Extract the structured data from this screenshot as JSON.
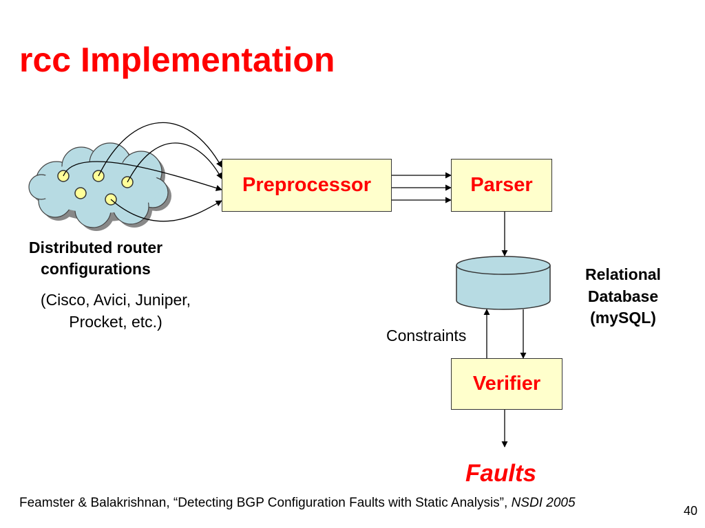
{
  "slide": {
    "title": "rcc Implementation",
    "page_number": "40"
  },
  "diagram": {
    "nodes": {
      "preprocessor": "Preprocessor",
      "parser": "Parser",
      "verifier": "Verifier"
    },
    "source": {
      "title_line1": "Distributed router",
      "title_line2": "configurations",
      "sub_line1": "(Cisco, Avici, Juniper,",
      "sub_line2": "Procket, etc.)"
    },
    "database": {
      "line1": "Relational",
      "line2": "Database",
      "line3": "(mySQL)"
    },
    "constraints_label": "Constraints",
    "output_label": "Faults"
  },
  "citation": {
    "text": "Feamster & Balakrishnan, “Detecting BGP Configuration Faults with Static Analysis”, ",
    "venue": "NSDI 2005"
  },
  "colors": {
    "title": "#ff0000",
    "box_fill": "#ffffcc",
    "cloud_fill": "#b7dbe3",
    "router_fill": "#ffff99",
    "db_fill": "#b7dbe3"
  }
}
